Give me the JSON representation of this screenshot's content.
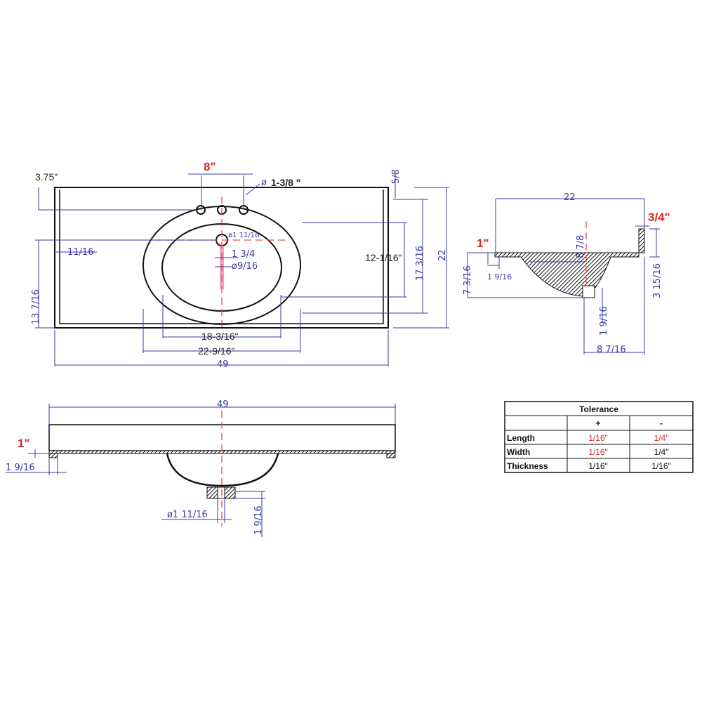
{
  "top_view": {
    "backsplash_height": "3.75\"",
    "faucet_spread": "8\"",
    "faucet_hole_dia_symbol": "ø",
    "faucet_hole_dia": "1-3/8 \"",
    "edge_offset": "5/8",
    "drain_dia": "ø1 11/16",
    "overflow_left": "11/16",
    "overflow_len": "1 3/4",
    "overflow_dia": "ø9/16",
    "depth_left": "13 7/16",
    "inner_bowl_depth": "12-1/16\"",
    "outer_bowl_depth": "17 3/16",
    "total_depth": "22",
    "inner_bowl_width": "18-3/16\"",
    "outer_bowl_width": "22-9/16\"",
    "total_width": "49"
  },
  "side_view": {
    "total_depth": "22",
    "backsplash_thickness": "3/4\"",
    "top_thickness": "1\"",
    "bowl_depth": "7 3/16",
    "lip": "1 9/16",
    "center_dim": "8 7/8",
    "backsplash_height": "3 15/16",
    "drain_height": "1 9/16",
    "drain_offset": "8 7/16"
  },
  "front_view": {
    "total_width": "49",
    "top_thickness": "1\"",
    "lip": "1 9/16",
    "drain_dia": "ø1 11/16",
    "drain_height": "1 9/16"
  },
  "tolerance_table": {
    "title": "Tolerance",
    "headers": [
      "",
      "+",
      "-"
    ],
    "rows": [
      {
        "label": "Length",
        "plus": "1/16\"",
        "minus": "1/4\""
      },
      {
        "label": "Width",
        "plus": "1/16\"",
        "minus": "1/4\""
      },
      {
        "label": "Thickness",
        "plus": "1/16\"",
        "minus": "1/16\""
      }
    ]
  },
  "colors": {
    "dimension": "#3a3aa8",
    "highlight": "#d42a2a",
    "outline": "#111111"
  }
}
